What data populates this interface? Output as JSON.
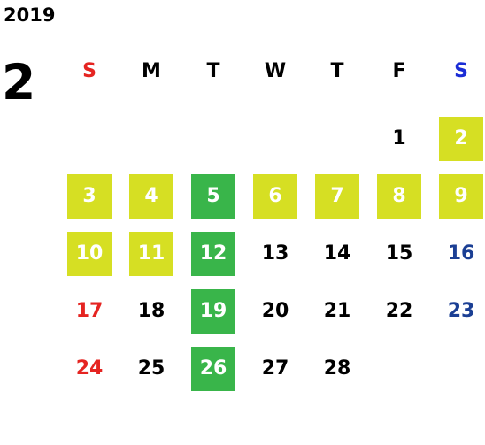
{
  "year": "2019",
  "month": "2",
  "weekdays": [
    "S",
    "M",
    "T",
    "W",
    "T",
    "F",
    "S"
  ],
  "weekday_colors": [
    "#e52421",
    "#000000",
    "#000000",
    "#000000",
    "#000000",
    "#000000",
    "#1b2dd6"
  ],
  "first_weekday_index": 5,
  "days": [
    {
      "label": "1",
      "highlight": "none"
    },
    {
      "label": "2",
      "highlight": "yellow"
    },
    {
      "label": "3",
      "highlight": "yellow"
    },
    {
      "label": "4",
      "highlight": "yellow"
    },
    {
      "label": "5",
      "highlight": "green"
    },
    {
      "label": "6",
      "highlight": "yellow"
    },
    {
      "label": "7",
      "highlight": "yellow"
    },
    {
      "label": "8",
      "highlight": "yellow"
    },
    {
      "label": "9",
      "highlight": "yellow"
    },
    {
      "label": "10",
      "highlight": "yellow"
    },
    {
      "label": "11",
      "highlight": "yellow"
    },
    {
      "label": "12",
      "highlight": "green"
    },
    {
      "label": "13",
      "highlight": "none"
    },
    {
      "label": "14",
      "highlight": "none"
    },
    {
      "label": "15",
      "highlight": "none"
    },
    {
      "label": "16",
      "highlight": "none"
    },
    {
      "label": "17",
      "highlight": "none"
    },
    {
      "label": "18",
      "highlight": "none"
    },
    {
      "label": "19",
      "highlight": "green"
    },
    {
      "label": "20",
      "highlight": "none"
    },
    {
      "label": "21",
      "highlight": "none"
    },
    {
      "label": "22",
      "highlight": "none"
    },
    {
      "label": "23",
      "highlight": "none"
    },
    {
      "label": "24",
      "highlight": "none"
    },
    {
      "label": "25",
      "highlight": "none"
    },
    {
      "label": "26",
      "highlight": "green"
    },
    {
      "label": "27",
      "highlight": "none"
    },
    {
      "label": "28",
      "highlight": "none"
    }
  ],
  "colors": {
    "yellow": "#d6df23",
    "green": "#39b54a",
    "on_highlight_text": "#ffffff",
    "weekday_text": "#000000",
    "sunday_text": "#e52421",
    "saturday_text": "#1b3f94"
  }
}
